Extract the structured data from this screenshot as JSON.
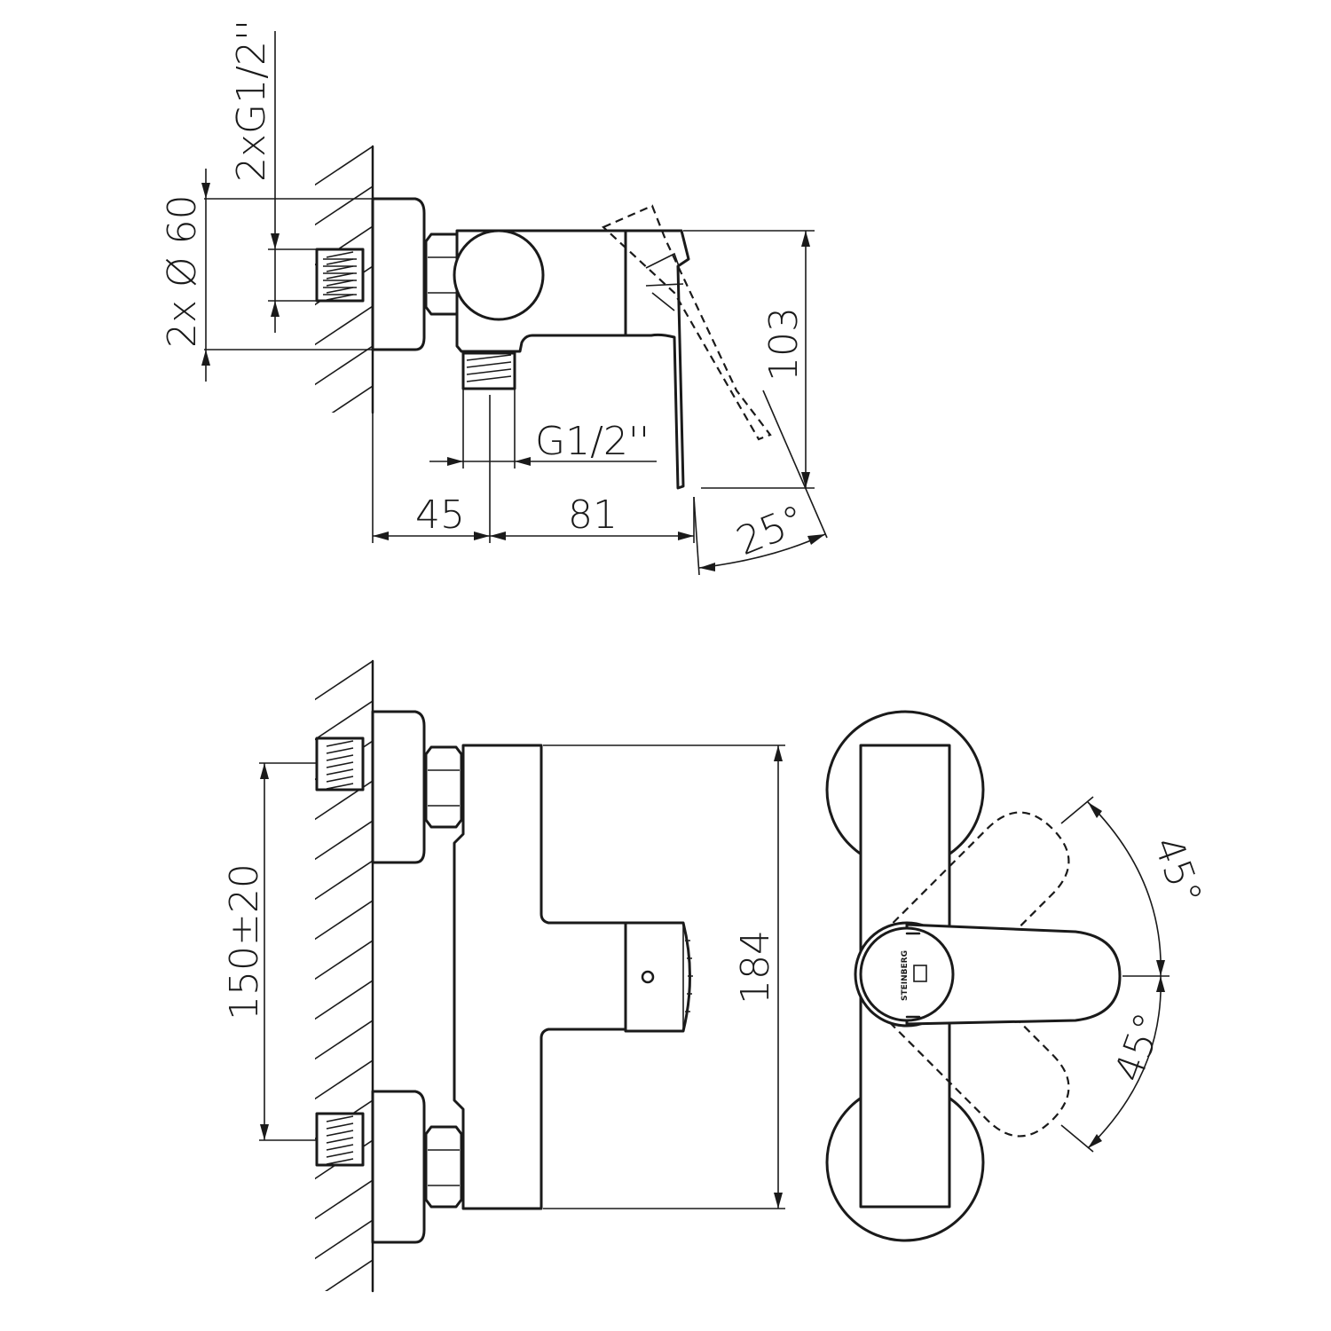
{
  "dimensions": {
    "side_view": {
      "flange_diameter": "2x Ø 60",
      "inlet_thread": "2xG1/2''",
      "outlet_thread": "G1/2''",
      "wall_to_outlet": "45",
      "outlet_to_lever": "81",
      "height": "103",
      "lever_angle": "25°"
    },
    "front_view": {
      "inlet_spacing": "150±20",
      "body_height": "184"
    },
    "top_view": {
      "rotation_up": "45°",
      "rotation_down": "45°",
      "logo_text": "STEINBERG"
    }
  },
  "colors": {
    "line": "#1a1a1a",
    "background": "#ffffff"
  }
}
